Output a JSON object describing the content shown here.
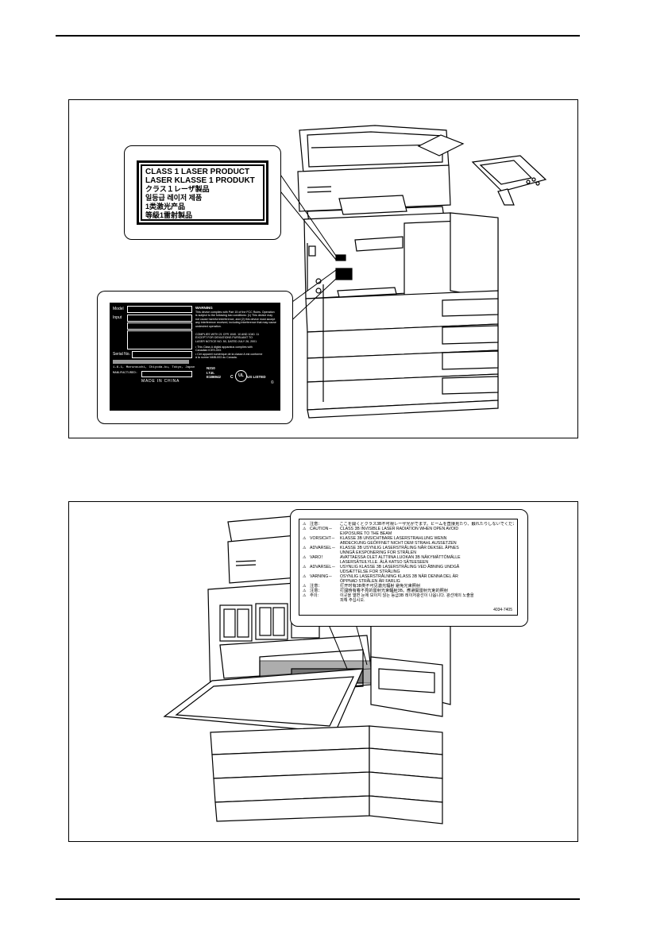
{
  "class1_label": {
    "lines": [
      "CLASS 1 LASER PRODUCT",
      "LASER KLASSE 1 PRODUKT",
      "クラス１レーザ製品",
      "일등급 레이저 제품",
      "1类激光产品",
      "等級1雷射製品"
    ]
  },
  "rating_label": {
    "fields": [
      "Model",
      "Input",
      "Serial No."
    ],
    "warning_title": "WARNING",
    "warning_lines": [
      "This device complies with Part 15 of the FCC Rules. Operation",
      "is subject to the following two conditions: (1) This device may",
      "not cause harmful interference, and (2) this device must accept",
      "any interference received, including interference that may cause",
      "undesired operation."
    ],
    "complies_lines": [
      "COMPLIES WITH 21 CFR 1040. 10 AND 1040. 11",
      "EXCEPT FOR DEVIATIONS PURSUANT TO",
      "LASER NOTICE NO. 50, DATED JULY 26, 2001"
    ],
    "canada_lines": [
      "• This Class A digital apparatus complies with",
      "Canadian ICES-003.",
      "• Cet appareil numérique de la classe A est conforme",
      "à la norme NMB-003 du Canada."
    ],
    "address_line": "1-6-1, Marunouchi, Chiyoda-ku, Tokyo, Japan",
    "manufactured": "MANUFACTURED:",
    "made_in": "MADE IN CHINA",
    "codes": [
      "N210",
      "I.T.E.",
      "E186942"
    ],
    "ul_c": "C",
    "ul_mark": "UL",
    "ul_listed": "US LISTED",
    "copyright": "©"
  },
  "caution_label": {
    "rows": [
      {
        "key": "注意：",
        "text": "ここを開くとクラス3B不可視レーザ光がでます。ビームを直接見たり、触れたりしないでください。"
      },
      {
        "key": "CAUTION－",
        "text": "CLASS 3B INVISIBLE LASER RADIATION WHEN OPEN AVOID EXPOSURE TO THE BEAM"
      },
      {
        "key": "VORSICHT－",
        "text": "KLASSE 3B UNSICHTBARE LASERSTRAHLUNG WENN ABDECKUNG GEÖFFNET NICHT DEM STRAHL AUSSETZEN"
      },
      {
        "key": "ADVARSEL－",
        "text": "KLASSE 3B USYNLIG LASERSTRÅLING NÅR DEKSEL ÅPNES UNNGÅ EKSPONERING FOR STRÅLEN"
      },
      {
        "key": "VARO！",
        "text": "AVATTAESSA OLET ALTTIINA LUOKAN 3B NÄKYMÄTTÖMÄLLE LASERSÄTEILYLLE. ÄLÄ KATSO SÄTEESEEN"
      },
      {
        "key": "ADVARSEL－",
        "text": "USYNLIG KLASSE 3B LASERSTRÅLING VED ÅBNING UNDGÅ UDSÆTTELSE FOR STRÅLING"
      },
      {
        "key": "VARNING－",
        "text": "OSYNLIG LASERSTRÅLNING KLASS 3B NÄR DENNA DEL ÄR ÖPPNAD STRÅLEN ÄR FARLIG"
      },
      {
        "key": "注意：",
        "text": "打开时有3B类不可见激光辐射 避免光束照射"
      },
      {
        "key": "注意：",
        "text": "打開時有看不見的雷射光束輻射3B。應避開雷射光束的照射"
      },
      {
        "key": "주의:",
        "text": "이곳을 열면 눈에 보이지 않는 등급3B 레이저광선이 나옵니다. 광선에의 노출을 피해 주십시오."
      }
    ],
    "code": "4034-7405"
  }
}
